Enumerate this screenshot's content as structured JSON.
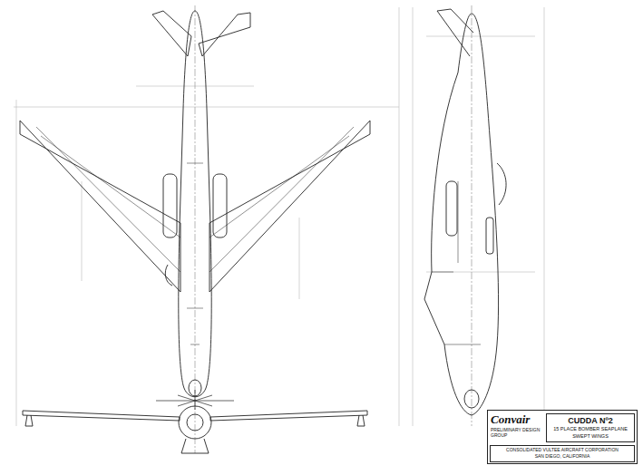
{
  "diagram": {
    "nodes": [
      {
        "text": [
          "Convair",
          "PRELIMINARY DESIGN GROUP"
        ]
      },
      {
        "text": [
          "CUDDA Nº2",
          "15 PLACE BOMBER SEAPLANE",
          "SWEPT WINGS"
        ],
        "in": 0
      },
      {
        "text": [
          "CONSOLIDATED VULTEE AIRCRAFT CORPORATION",
          "SAN DIEGO, CALIFORNIA"
        ],
        "in": 0
      }
    ]
  }
}
